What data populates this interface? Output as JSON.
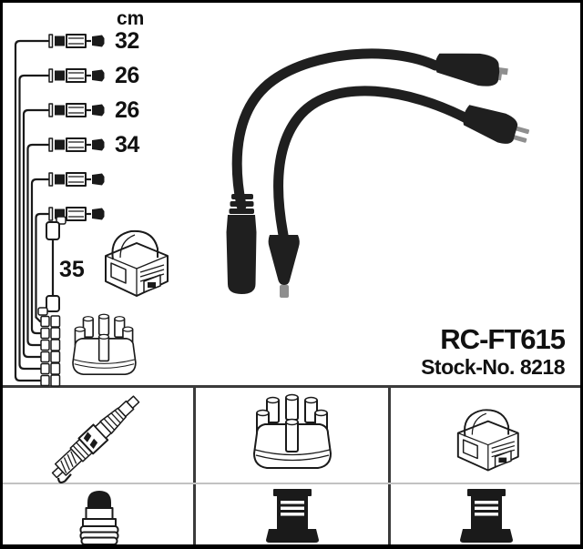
{
  "product": {
    "part_number": "RC-FT615",
    "stock_number": "Stock-No. 8218"
  },
  "measurements": {
    "unit_label": "cm",
    "cable_lengths": [
      "32",
      "26",
      "26",
      "34",
      "",
      ""
    ],
    "coil_cable_length": "35"
  },
  "diagram": {
    "cable_row_icon": "plug-cable-connector-drawing",
    "wire_bundle_icon": "cable-bundle-with-terminal-clips",
    "coil_icon": "ignition-coil-drawing",
    "distributor_cap_icon": "distributor-cap-drawing",
    "coil_wire_icon": "coil-to-distributor-cable-drawing",
    "photo_icon": "two-black-ignition-cables-photo"
  },
  "legend": {
    "cells": [
      {
        "row": 1,
        "col": 1,
        "icon": "spark-plug-icon"
      },
      {
        "row": 1,
        "col": 2,
        "icon": "distributor-cap-icon"
      },
      {
        "row": 1,
        "col": 3,
        "icon": "ignition-coil-icon"
      },
      {
        "row": 2,
        "col": 1,
        "icon": "plug-terminal-nut-icon"
      },
      {
        "row": 2,
        "col": 2,
        "icon": "coil-tower-terminal-icon"
      },
      {
        "row": 2,
        "col": 3,
        "icon": "coil-tower-terminal-icon"
      }
    ]
  },
  "colors": {
    "background": "#ffffff",
    "ink": "#1a1a1a",
    "frame": "#000000",
    "grid_line": "#3b3b3b",
    "row_divider": "#c2c2c2",
    "cable_black": "#1f1f1f",
    "metal_gray": "#8f8f8f"
  }
}
